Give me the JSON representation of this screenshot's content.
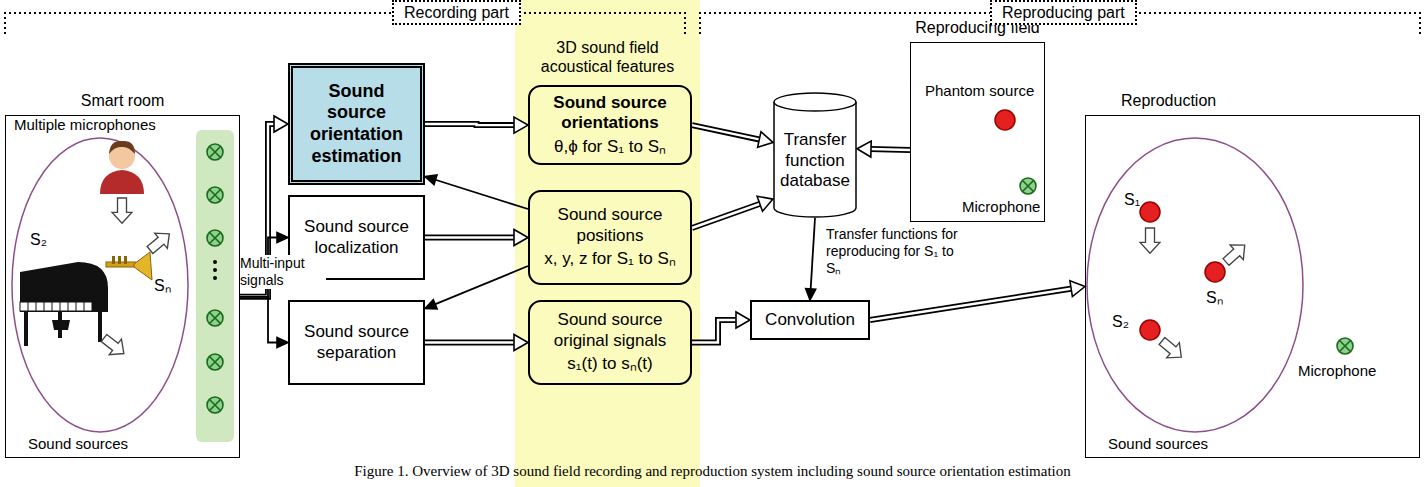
{
  "diagram": {
    "caption": "Figure 1.  Overview of 3D sound field recording and reproduction system including sound source orientation estimation",
    "nodes": [
      {
        "text": [
          "Smart room"
        ]
      },
      {
        "text": [
          "Sound source orientation estimation"
        ]
      },
      {
        "text": [
          "Sound source localization"
        ]
      },
      {
        "text": [
          "Sound source separation"
        ]
      },
      {
        "text": [
          "3D sound field acoustical features"
        ]
      },
      {
        "text": [
          "Sound source orientations",
          "θ,ϕ for S₁ to Sₙ"
        ],
        "in": 4
      },
      {
        "text": [
          "Sound source positions",
          "x, y, z for S₁ to Sₙ"
        ],
        "in": 4
      },
      {
        "text": [
          "Sound source original signals",
          "s₁(t) to sₙ(t)"
        ],
        "in": 4
      },
      {
        "text": [
          "Transfer function database"
        ]
      },
      {
        "text": [
          "Reproducing field"
        ]
      },
      {
        "text": [
          "Convolution"
        ]
      },
      {
        "text": [
          "Reproduction"
        ]
      }
    ],
    "edges": [
      {
        "from": 0,
        "to": 1,
        "arrow": "to"
      },
      {
        "from": 0,
        "to": 2,
        "arrow": "to"
      },
      {
        "from": 0,
        "to": 3,
        "arrow": "to"
      },
      {
        "from": 1,
        "to": 5,
        "arrow": "to"
      },
      {
        "from": 2,
        "to": 6,
        "arrow": "to"
      },
      {
        "from": 3,
        "to": 7,
        "arrow": "to"
      },
      {
        "from": 6,
        "to": 1,
        "arrow": "to"
      },
      {
        "from": 6,
        "to": 3,
        "arrow": "to"
      },
      {
        "from": 5,
        "to": 8,
        "arrow": "to"
      },
      {
        "from": 6,
        "to": 8,
        "arrow": "to"
      },
      {
        "from": 9,
        "to": 8,
        "arrow": "to"
      },
      {
        "from": 8,
        "to": 10,
        "arrow": "to",
        "label": "Transfer functions for reproducing for S₁ to Sₙ"
      },
      {
        "from": 7,
        "to": 10,
        "arrow": "to"
      },
      {
        "from": 10,
        "to": 11,
        "arrow": "to"
      }
    ],
    "labels": [
      "Recording part",
      "Reproducing part",
      "Multiple microphones",
      "S₂",
      "Sₙ",
      "Sound sources",
      "Multi-input signals",
      "Phantom source",
      "Microphone",
      "S₁",
      "Sₙ",
      "S₂",
      "Microphone",
      "Sound sources"
    ]
  }
}
